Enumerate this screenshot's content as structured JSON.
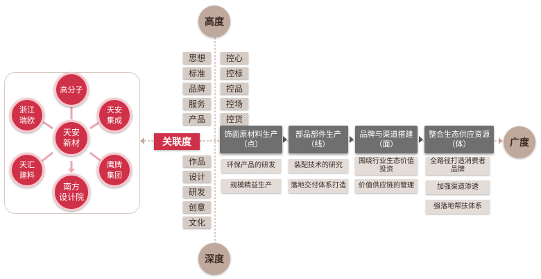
{
  "left_cluster": {
    "center": "天安\n新材",
    "nodes": [
      "高分子",
      "天安\n集成",
      "鹰牌\n集团",
      "南方\n设计院",
      "天汇\n建料",
      "浙江\n瑞欧"
    ]
  },
  "relation_label": "关联度",
  "axis": {
    "top": "高度",
    "bottom": "深度",
    "right": "广度"
  },
  "upper_tags": {
    "left": [
      "思想",
      "标准",
      "品牌",
      "服务",
      "产品"
    ],
    "right": [
      "控心",
      "控标",
      "控品",
      "控场",
      "控货"
    ]
  },
  "lower_tags": [
    "作品",
    "设计",
    "研发",
    "创意",
    "文化"
  ],
  "stages": [
    {
      "title": "饰面原材料生产\n（点）",
      "items": [
        "环保产品的研发",
        "规模精益生产"
      ]
    },
    {
      "title": "部品部件生产\n（线）",
      "items": [
        "装配技术的研究",
        "落地交付体系打造"
      ]
    },
    {
      "title": "品牌与渠道搭建\n（面）",
      "items": [
        "围绕行业生态价值\n投资",
        "价值供应链的管理"
      ]
    },
    {
      "title": "整合生态供应资源\n（体）",
      "items": [
        "全路径打造消费者\n品牌",
        "加强渠道渗透",
        "强落地帮扶体系"
      ]
    }
  ],
  "colors": {
    "accent": "#cf3148",
    "axis_node": "#bfa99c",
    "stage_box": "#6f6f6f",
    "tag": "#d6ccc6"
  }
}
